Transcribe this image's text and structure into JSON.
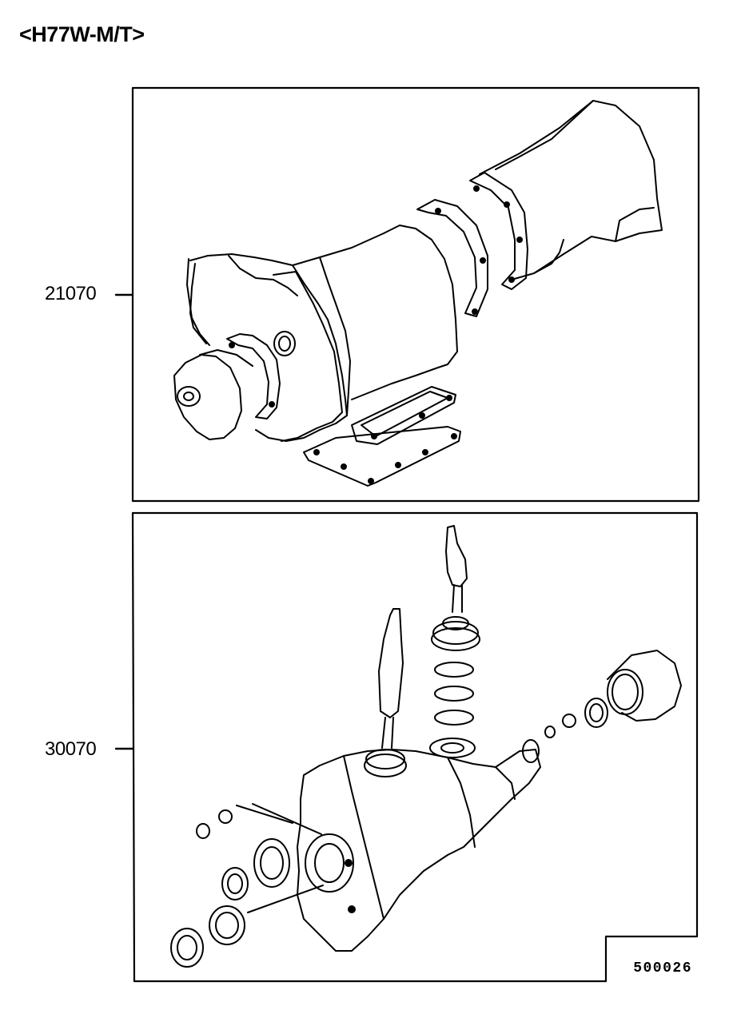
{
  "title": "<H77W-M/T>",
  "parts": [
    {
      "label": "21070"
    },
    {
      "label": "30070"
    }
  ],
  "diagram_code": "500026"
}
